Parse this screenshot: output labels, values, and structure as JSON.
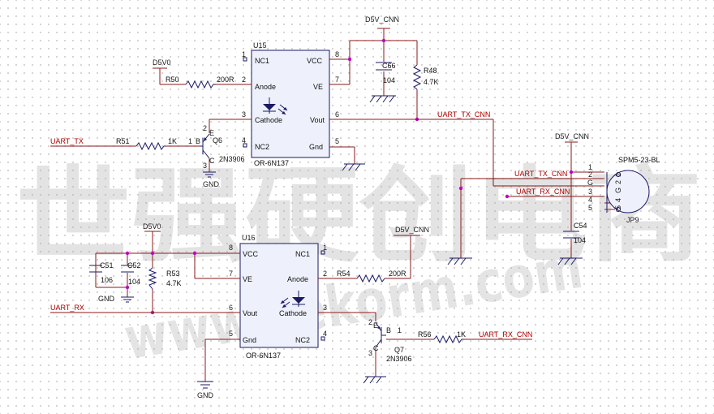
{
  "u15": {
    "ref": "U15",
    "part": "OR-6N137",
    "pins": {
      "nc1": "NC1",
      "anode": "Anode",
      "cathode": "Cathode",
      "nc2": "NC2",
      "vcc": "VCC",
      "ve": "VE",
      "vout": "Vout",
      "gnd": "Gnd",
      "n1": "1",
      "n2": "2",
      "n3": "3",
      "n4": "4",
      "n5": "5",
      "n6": "6",
      "n7": "7",
      "n8": "8"
    }
  },
  "u16": {
    "ref": "U16",
    "part": "OR-6N137",
    "pins": {
      "vcc": "VCC",
      "ve": "VE",
      "vout": "Vout",
      "gnd": "Gnd",
      "nc1": "NC1",
      "anode": "Anode",
      "cathode": "Cathode",
      "nc2": "NC2",
      "n1": "1",
      "n2": "2",
      "n3": "3",
      "n4": "4",
      "n5": "5",
      "n6": "6",
      "n7": "7",
      "n8": "8"
    }
  },
  "q6": {
    "ref": "Q6",
    "part": "2N3906",
    "b_pin": "1",
    "b_label": "B",
    "e_pin": "2",
    "e_label": "E",
    "c_pin": "3",
    "c_label": "C"
  },
  "q7": {
    "ref": "Q7",
    "part": "2N3906",
    "b_pin": "1",
    "b_label": "B",
    "e_pin": "2",
    "e_label": "E",
    "c_pin": "3",
    "c_label": "C"
  },
  "resistors": {
    "r50": {
      "ref": "R50",
      "value": "200R"
    },
    "r51": {
      "ref": "R51",
      "value": "1K"
    },
    "r48": {
      "ref": "R48",
      "value": "4.7K"
    },
    "r53": {
      "ref": "R53",
      "value": "4.7K"
    },
    "r54": {
      "ref": "R54",
      "value": "200R"
    },
    "r56": {
      "ref": "R56",
      "value": "1K"
    }
  },
  "capacitors": {
    "c66": {
      "ref": "C66",
      "value": "104"
    },
    "c51": {
      "ref": "C51",
      "value": "106"
    },
    "c52": {
      "ref": "C52",
      "value": "104"
    },
    "c54": {
      "ref": "C54",
      "value": "104"
    }
  },
  "nets": {
    "d5v0_top": "D5V0",
    "d5v0_bottom": "D5V0",
    "d5v_cnn_u15": "D5V_CNN",
    "d5v_cnn_u16": "D5V_CNN",
    "d5v_cnn_jp9": "D5V_CNN",
    "uart_tx": "UART_TX",
    "uart_rx": "UART_RX",
    "uart_tx_cnn_out": "UART_TX_CNN",
    "uart_rx_cnn_in": "UART_RX_CNN",
    "uart_tx_cnn_conn": "UART_TX_CNN",
    "uart_rx_cnn_conn": "UART_RX_CNN"
  },
  "gnd_labels": {
    "q6": "GND",
    "caps": "GND",
    "u16": "GND"
  },
  "connector": {
    "ref": "JP9",
    "part": "SPM5-23-BL",
    "pins": [
      "1",
      "2",
      "G",
      "3",
      "4",
      "5"
    ],
    "inner": [
      "5",
      "4",
      "G",
      "2",
      "1"
    ]
  },
  "watermark": {
    "chinese": "世强硬创电商",
    "url": "www.sekorm.com"
  }
}
